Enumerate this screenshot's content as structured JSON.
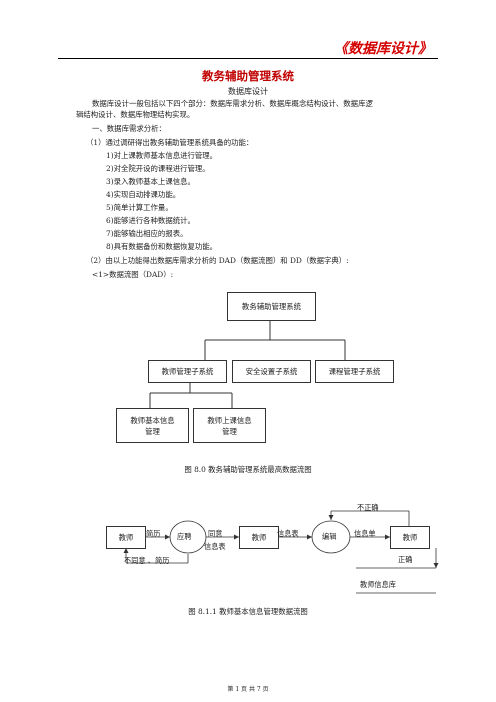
{
  "header": {
    "tag": "《数据库设计》"
  },
  "doc": {
    "title": "教务辅助管理系统",
    "subtitle": "数据库设计",
    "intro_line1": "数据库设计一般包括以下四个部分：数据库需求分析、数据库概念结构设计、数据库逻",
    "intro_line2": "辑结构设计、数据库物理结构实现。",
    "section1": "一、数据库需求分析：",
    "item1": "（1）通过调研得出教务辅助管理系统具备的功能：",
    "features": [
      "1)对上课教师基本信息进行管理。",
      "2)对全院开设的课程进行管理。",
      "3)录入教师基本上课信息。",
      "4)实现自动排课功能。",
      "5)简单计算工作量。",
      "6)能够进行各种数据统计。",
      "7)能够输出相应的报表。",
      "8)具有数据备份和数据恢复功能。"
    ],
    "item2": "（2）由以上功能得出数据库需求分析的 DAD（数据流图）和 DD（数据字典）:",
    "dad_label": "<1>数据流图（DAD）:"
  },
  "diagram1": {
    "root": "教务辅助管理系统",
    "sub_teacher": "教师管理子系统",
    "sub_security": "安全设置子系统",
    "sub_course": "课程管理子系统",
    "leaf_basic_l1": "教师基本信息",
    "leaf_basic_l2": "管理",
    "leaf_class_l1": "教师上课信息",
    "leaf_class_l2": "管理",
    "caption": "图 8.0  教务辅助管理系统最高数据流图"
  },
  "diagram2": {
    "teacher_left": "教师",
    "resume": "简历",
    "hire": "应聘",
    "agree": "同意",
    "info_table_under": "信息表",
    "teacher_mid": "教师",
    "info_table": "信息表",
    "edit": "编辑",
    "info_sheet": "信息单",
    "teacher_right": "教师",
    "incorrect": "不正确",
    "correct": "正确",
    "disagree": "不同意 、简历",
    "teacher_db": "教师信息库",
    "caption": "图 8.1.1 教师基本信息管理数据流图"
  },
  "footer": {
    "page": "第  1  页  共  7  页"
  }
}
